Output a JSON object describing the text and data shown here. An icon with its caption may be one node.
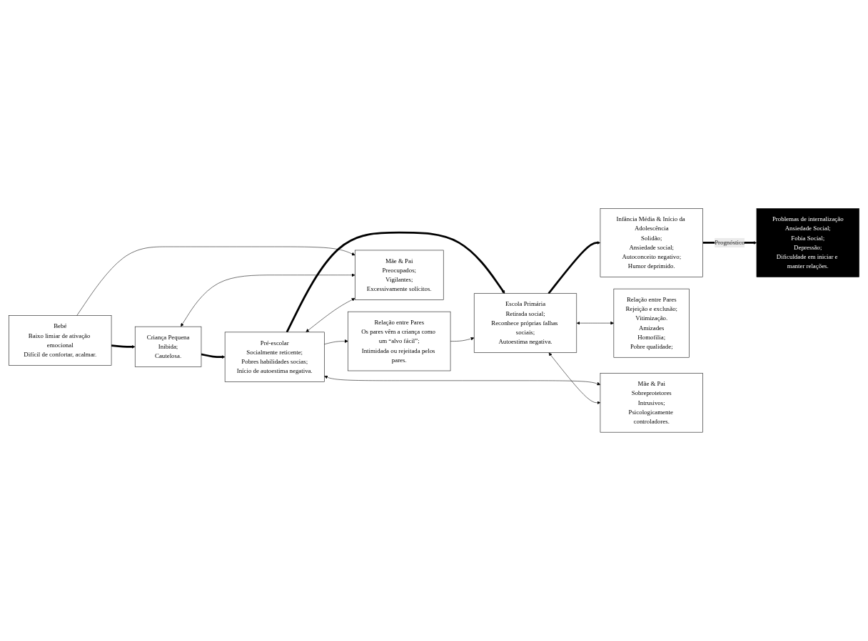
{
  "diagram": {
    "nodes": [
      {
        "text": [
          "Bebé",
          "Baixo limiar de ativação emocional",
          "Difícil de confortar, acalmar."
        ]
      },
      {
        "text": [
          "Criança Pequena",
          "Inibida;",
          "Cautelosa."
        ]
      },
      {
        "text": [
          "Pré-escolar",
          "Socialmente reticente;",
          "Pobres habilidades socias;",
          "Início de autoestima negativa."
        ]
      },
      {
        "text": [
          "Escola Primária",
          "Retirada social;",
          "Reconhece próprias falhas sociais;",
          "Autoestima negativa."
        ]
      },
      {
        "text": [
          "Infância Média & Início da Adolescência",
          "Solidão;",
          "Ansiedade social;",
          "Autoconceito negativo;",
          "Humor deprimido."
        ]
      },
      {
        "text": [
          "Relação entre Pares",
          "Os pares vêm a criança como um “alvo fácil”;",
          "Intimidada ou rejeitada pelos pares."
        ]
      },
      {
        "text": [
          "Relação entre Pares",
          "Rejeição e exclusão;",
          "Vitimização.",
          "Amizades",
          "Homofilia;",
          "Pobre qualidade;"
        ]
      },
      {
        "text": [
          "Problemas de internalização",
          "Ansiedade Social;",
          "Fobia Social;",
          "Depressão;",
          "Dificuldade em iniciar e manter relações."
        ]
      },
      {
        "text": [
          "Mãe & Pai",
          "Preocupados;",
          "Vigilantes;",
          "Excessivamente solícitos."
        ]
      },
      {
        "text": [
          "Mãe & Pai",
          "Sobreprotetores",
          "Intrusivos;",
          "Psicologicamente controladores."
        ]
      }
    ],
    "edges": [
      {
        "from": 0,
        "to": 1,
        "arrow": "to",
        "style": "thick"
      },
      {
        "from": 1,
        "to": 2,
        "arrow": "to",
        "style": "thick"
      },
      {
        "from": 2,
        "to": 3,
        "arrow": "to",
        "style": "thick"
      },
      {
        "from": 3,
        "to": 4,
        "arrow": "to",
        "style": "thick"
      },
      {
        "from": 4,
        "to": 7,
        "arrow": "to",
        "style": "thick",
        "label": "Prognóstico"
      },
      {
        "from": 0,
        "to": 8,
        "arrow": "to"
      },
      {
        "from": 1,
        "to": 8,
        "arrow": "both"
      },
      {
        "from": 2,
        "to": 8,
        "arrow": "both"
      },
      {
        "from": 2,
        "to": 9,
        "arrow": "both"
      },
      {
        "from": 2,
        "to": 5,
        "arrow": "to"
      },
      {
        "from": 5,
        "to": 3,
        "arrow": "to"
      },
      {
        "from": 3,
        "to": 9,
        "arrow": "both"
      },
      {
        "from": 3,
        "to": 6,
        "arrow": "both"
      }
    ]
  }
}
